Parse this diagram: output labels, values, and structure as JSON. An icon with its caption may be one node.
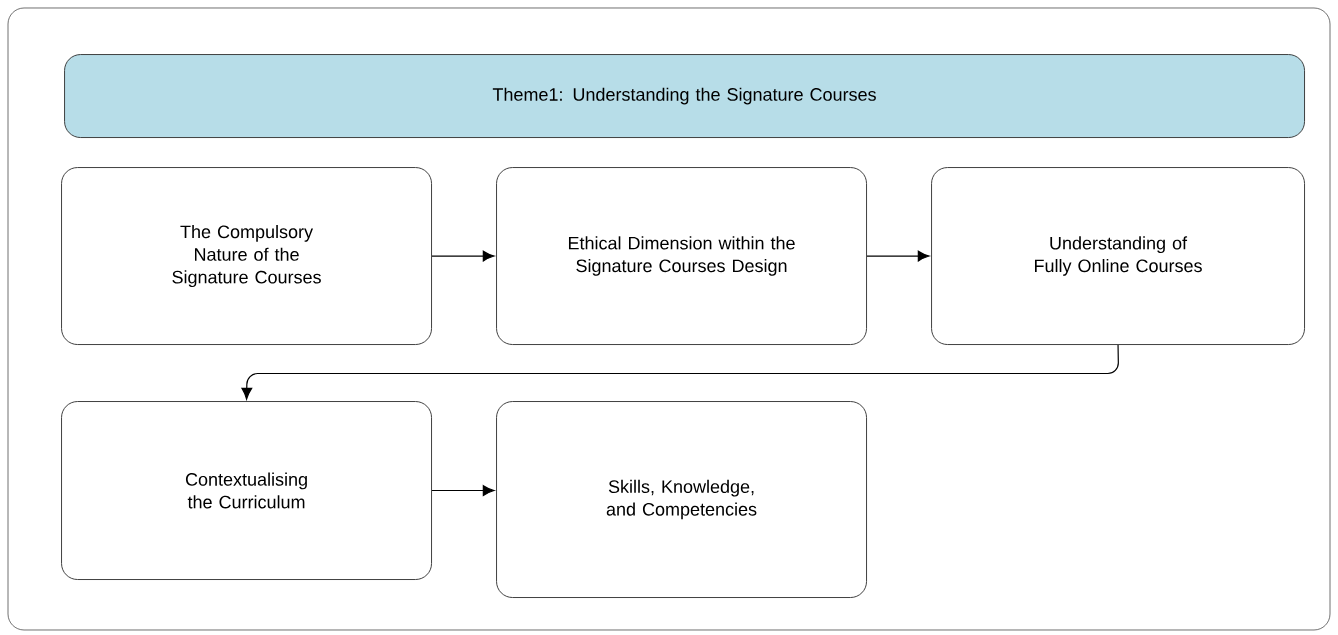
{
  "diagram": {
    "nodes": [
      {
        "text": [],
        "shape": "box"
      },
      {
        "text": [
          "Theme1: Understanding the Signature Courses"
        ],
        "in": 0
      },
      {
        "text": [
          "The Compulsory Nature of the Signature Courses"
        ],
        "in": 0
      },
      {
        "text": [
          "Ethical Dimension within the Signature Courses Design"
        ],
        "in": 0
      },
      {
        "text": [
          "Understanding of Fully Online Courses"
        ],
        "in": 0
      },
      {
        "text": [
          "Contextualising the Curriculum"
        ],
        "in": 0
      },
      {
        "text": [
          "Skills, Knowledge, and Competencies"
        ],
        "in": 0
      }
    ],
    "edges": [
      {
        "from": 2,
        "to": 3,
        "arrow": "to"
      },
      {
        "from": 3,
        "to": 4,
        "arrow": "to"
      },
      {
        "from": 4,
        "to": 5,
        "arrow": "to"
      },
      {
        "from": 5,
        "to": 6,
        "arrow": "to"
      }
    ]
  }
}
